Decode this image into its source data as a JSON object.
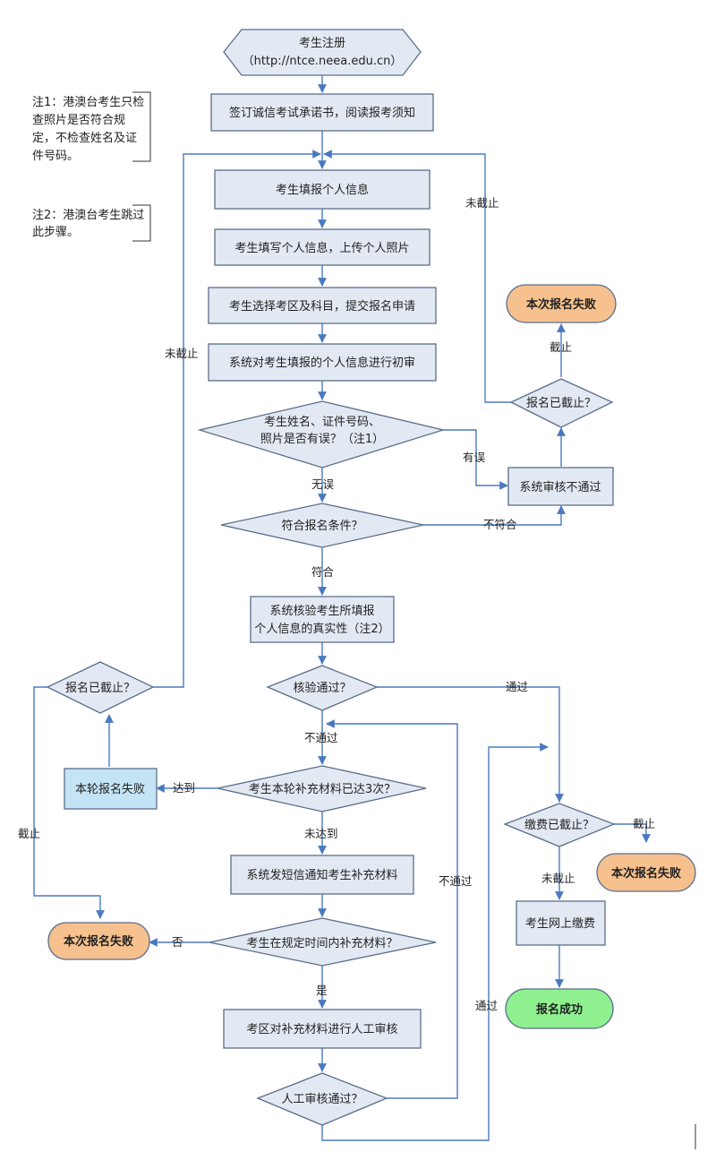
{
  "start": {
    "title": "考生注册",
    "url": "（http://ntce.neea.edu.cn）"
  },
  "notes": {
    "note1": [
      "注1：港澳台考生只检",
      "查照片是否符合规",
      "定，不检查姓名及证",
      "件号码。"
    ],
    "note2": [
      "注2：港澳台考生跳过",
      "此步骤。"
    ]
  },
  "steps": {
    "sign_pledge": "签订诚信考试承诺书，阅读报考须知",
    "fill_personal": "考生填报个人信息",
    "fill_upload": "考生填写个人信息，上传个人照片",
    "choose_area": "考生选择考区及科目，提交报名申请",
    "initial_review": "系统对考生填报的个人信息进行初审",
    "verify_authenticity": [
      "系统核验考生所填报",
      "个人信息的真实性（注2）"
    ],
    "sms_notify": "系统发短信通知考生补充材料",
    "manual_review": "考区对补充材料进行人工审核",
    "online_payment": "考生网上缴费",
    "review_failed": "系统审核不通过",
    "round_failed": "本轮报名失败"
  },
  "decisions": {
    "info_error": [
      "考生姓名、证件号码、",
      "照片是否有误？（注1）"
    ],
    "eligible": "符合报名条件？",
    "verify_passed": "核验通过？",
    "supplement_3_times": "考生本轮补充材料已达3次？",
    "supplement_in_time": "考生在规定时间内补充材料？",
    "manual_passed": "人工审核通过？",
    "deadline_right": "报名已截止？",
    "deadline_left": "报名已截止？",
    "payment_deadline": "缴费已截止？"
  },
  "terminals": {
    "fail": "本次报名失败",
    "success": "报名成功"
  },
  "labels": {
    "no_error": "无误",
    "has_error": "有误",
    "not_meet": "不符合",
    "meet": "符合",
    "passed": "通过",
    "not_passed": "不通过",
    "reached": "达到",
    "not_reached": "未达到",
    "no": "否",
    "yes": "是",
    "closed": "截止",
    "not_closed": "未截止"
  }
}
